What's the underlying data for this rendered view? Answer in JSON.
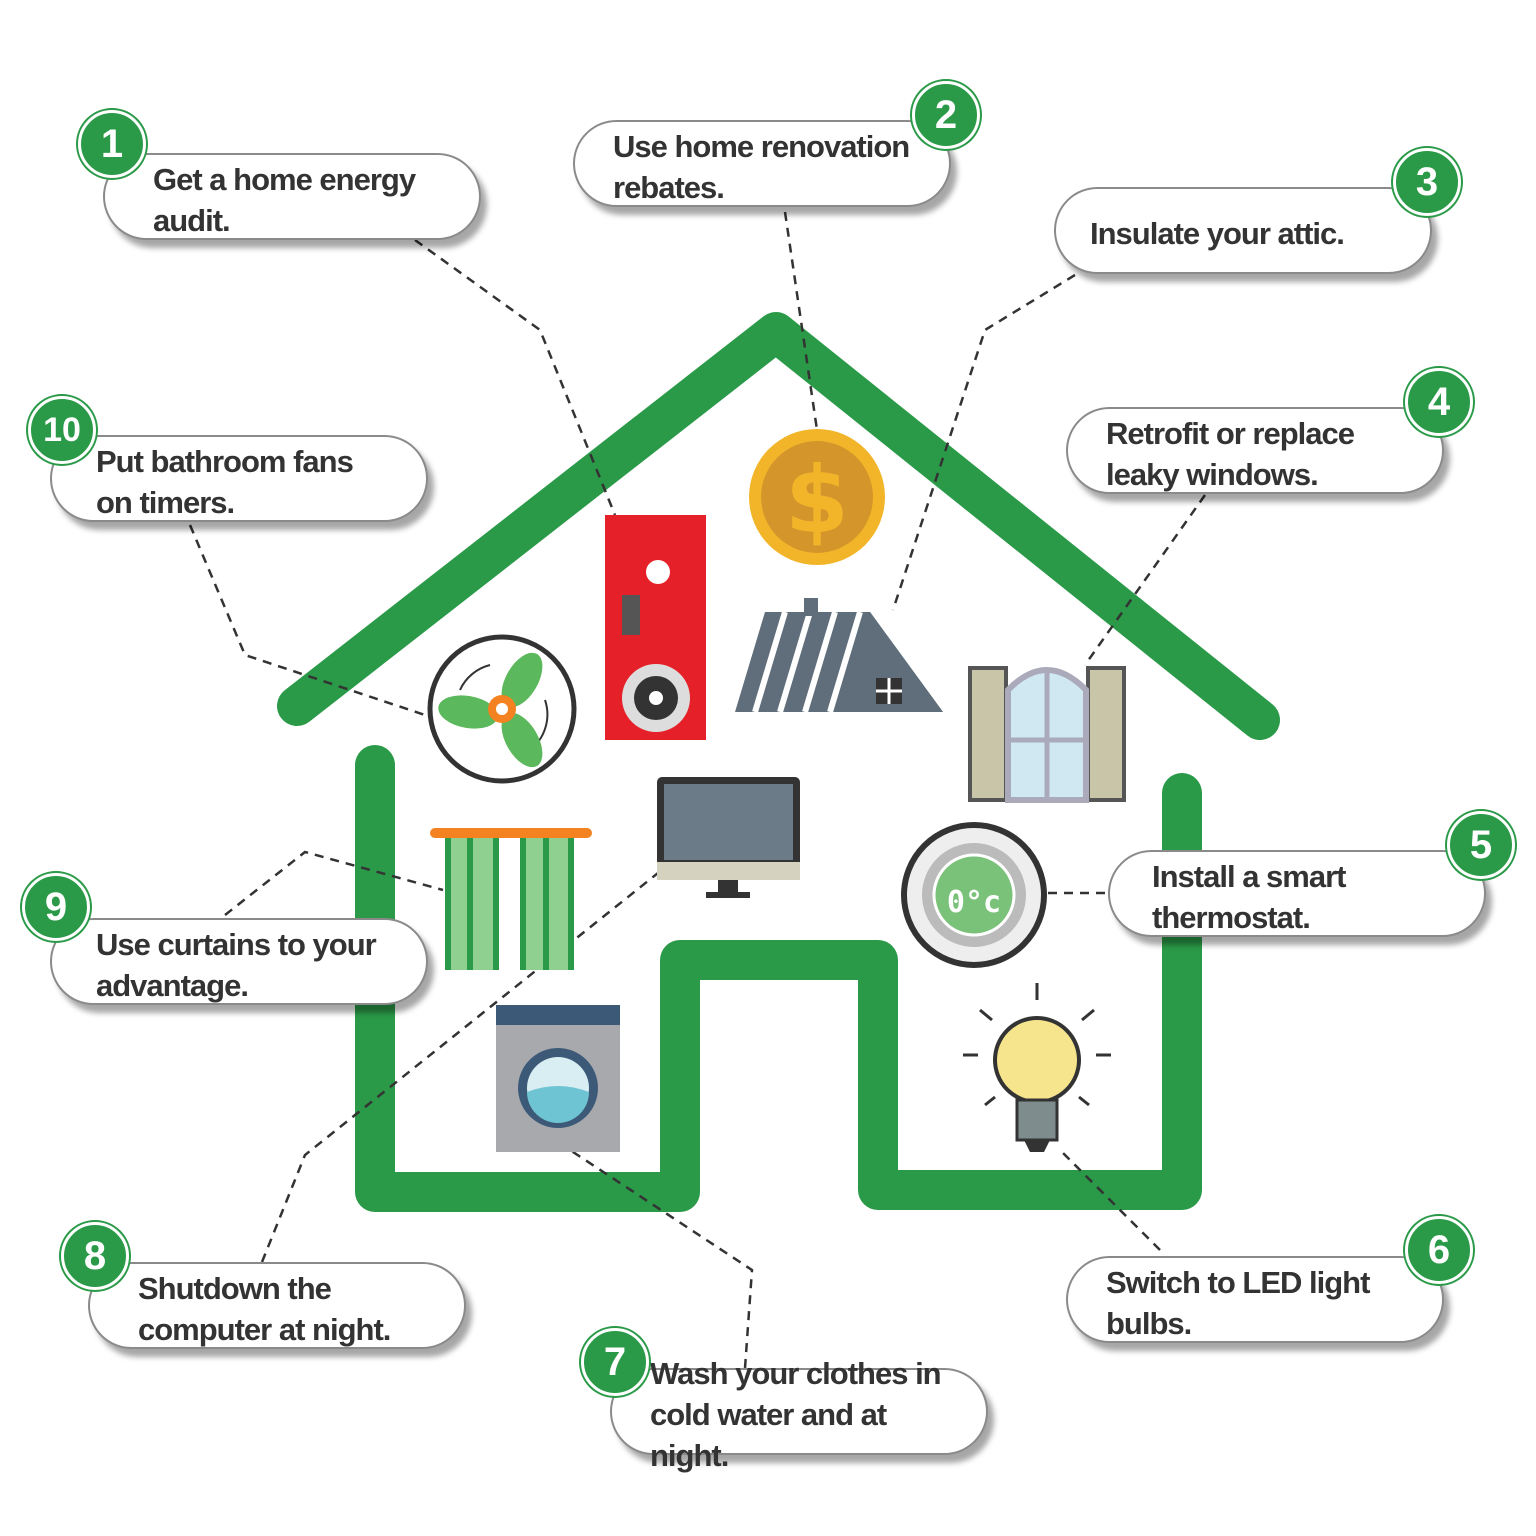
{
  "colors": {
    "green": "#2a9a48",
    "red": "#e52028",
    "gold": "#f2b52a",
    "text": "#333333"
  },
  "tips": [
    {
      "number": "1",
      "text": "Get a home energy audit.",
      "icon": "energy-audit-meter-icon"
    },
    {
      "number": "2",
      "text": "Use home renovation rebates.",
      "icon": "dollar-coin-icon"
    },
    {
      "number": "3",
      "text": "Insulate your attic.",
      "icon": "roof-icon"
    },
    {
      "number": "4",
      "text": "Retrofit or replace leaky windows.",
      "icon": "window-icon"
    },
    {
      "number": "5",
      "text": "Install a smart thermostat.",
      "icon": "thermostat-icon"
    },
    {
      "number": "6",
      "text": "Switch to LED light bulbs.",
      "icon": "light-bulb-icon"
    },
    {
      "number": "7",
      "text": "Wash your clothes in cold water and at night.",
      "icon": "washing-machine-icon"
    },
    {
      "number": "8",
      "text": "Shutdown the computer at night.",
      "icon": "computer-icon"
    },
    {
      "number": "9",
      "text": "Use curtains to your advantage.",
      "icon": "curtains-icon"
    },
    {
      "number": "10",
      "text": "Put bathroom fans on timers.",
      "icon": "fan-icon"
    }
  ],
  "thermostat_display": "0°c"
}
